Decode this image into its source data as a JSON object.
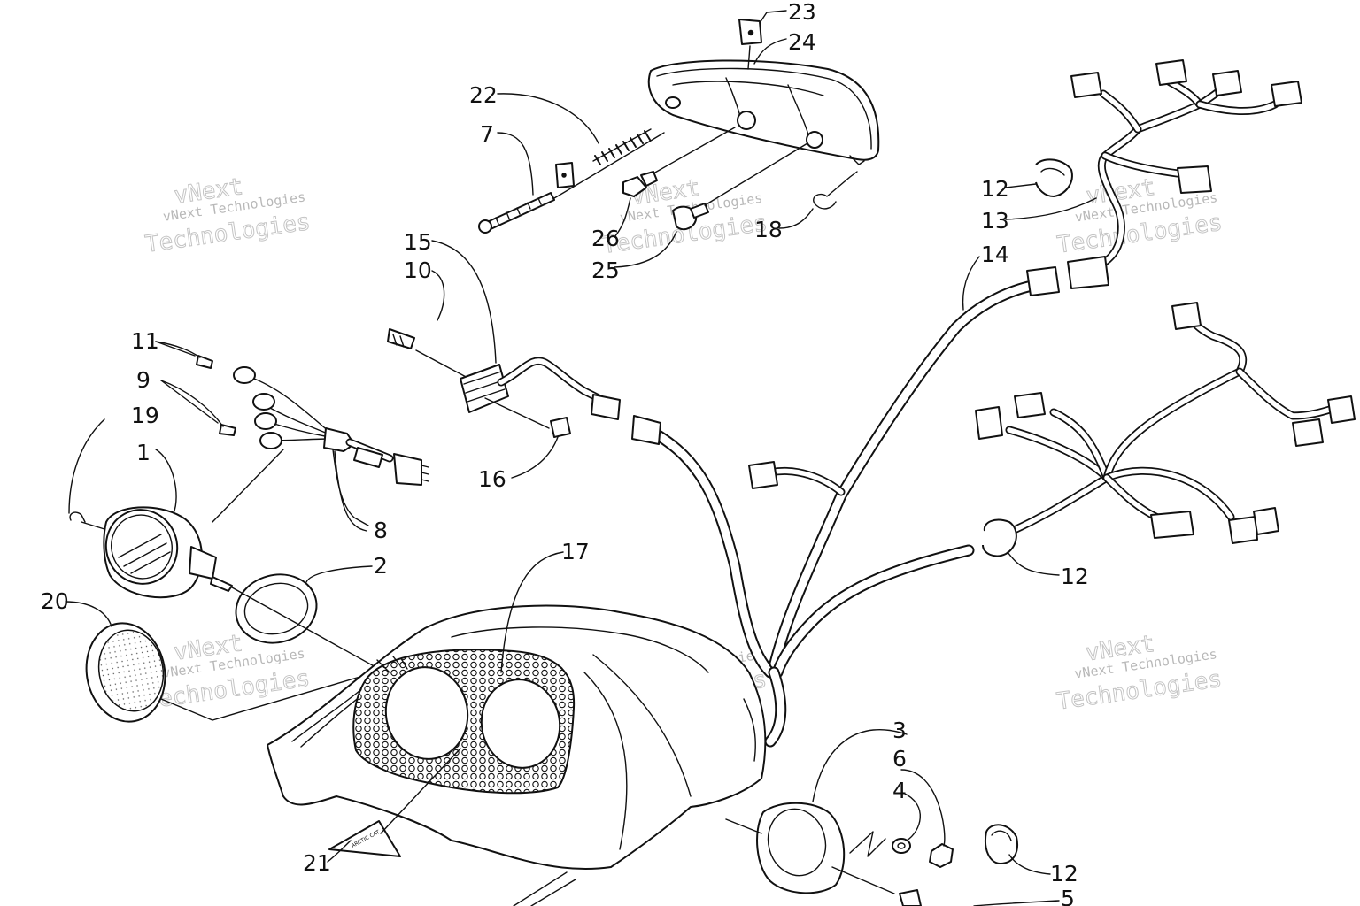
{
  "watermark": {
    "line1": "vNext Technologies",
    "line2": "Technologies",
    "line0": "vNext"
  },
  "callouts": {
    "c1": "1",
    "c2": "2",
    "c3": "3",
    "c4": "4",
    "c5": "5",
    "c6": "6",
    "c7": "7",
    "c8": "8",
    "c9": "9",
    "c10": "10",
    "c11": "11",
    "c12a": "12",
    "c12b": "12",
    "c12c": "12",
    "c13": "13",
    "c14": "14",
    "c15": "15",
    "c16": "16",
    "c17": "17",
    "c18": "18",
    "c19": "19",
    "c20": "20",
    "c21": "21",
    "c22": "22",
    "c23": "23",
    "c24": "24",
    "c25": "25",
    "c26": "26"
  },
  "decal_text": "ARCTIC CAT"
}
